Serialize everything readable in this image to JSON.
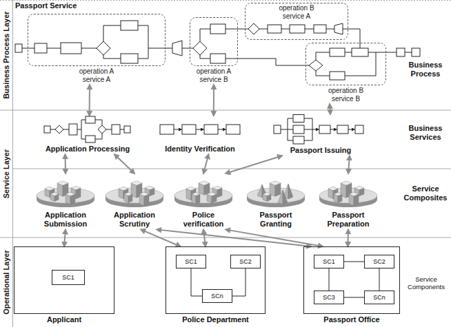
{
  "diagram": {
    "title": "Passport Service",
    "nodes": [
      {
        "text": [
          "Business Process Layer",
          "Business Process"
        ]
      },
      {
        "text": [
          "operation A service A"
        ],
        "in": 0
      },
      {
        "text": [
          "operation A service B"
        ],
        "in": 0
      },
      {
        "text": [
          "operation B service A"
        ],
        "in": 0
      },
      {
        "text": [
          "operation B service B"
        ],
        "in": 0
      },
      {
        "text": [
          "Service Layer",
          "Business Services",
          "Service Composites"
        ]
      },
      {
        "text": [
          "Application Processing"
        ],
        "in": 5
      },
      {
        "text": [
          "Identity Verification"
        ],
        "in": 5
      },
      {
        "text": [
          "Passport Issuing"
        ],
        "in": 5
      },
      {
        "text": [
          "Application Submission"
        ],
        "in": 5
      },
      {
        "text": [
          "Application Scrutiny"
        ],
        "in": 5
      },
      {
        "text": [
          "Police verification"
        ],
        "in": 5
      },
      {
        "text": [
          "Passport Granting"
        ],
        "in": 5
      },
      {
        "text": [
          "Passport Preparation"
        ],
        "in": 5
      },
      {
        "text": [
          "Operational Layer",
          "Service Components"
        ]
      },
      {
        "text": [
          "Applicant"
        ],
        "in": 14
      },
      {
        "text": [
          "SC1"
        ],
        "in": 15
      },
      {
        "text": [
          "Police Department"
        ],
        "in": 14
      },
      {
        "text": [
          "SC1"
        ],
        "in": 17
      },
      {
        "text": [
          "SC2"
        ],
        "in": 17
      },
      {
        "text": [
          "SCn"
        ],
        "in": 17
      },
      {
        "text": [
          "Passport Office"
        ],
        "in": 14
      },
      {
        "text": [
          "SC1"
        ],
        "in": 21
      },
      {
        "text": [
          "SC2"
        ],
        "in": 21
      },
      {
        "text": [
          "SC3"
        ],
        "in": 21
      },
      {
        "text": [
          "SCn"
        ],
        "in": 21
      }
    ],
    "edges": [
      {
        "from": 1,
        "to": 6,
        "arrow": "both"
      },
      {
        "from": 2,
        "to": 7,
        "arrow": "both"
      },
      {
        "from": 4,
        "to": 8,
        "arrow": "both"
      },
      {
        "from": 6,
        "to": 9,
        "arrow": "both"
      },
      {
        "from": 6,
        "to": 10,
        "arrow": "both"
      },
      {
        "from": 7,
        "to": 11,
        "arrow": "both"
      },
      {
        "from": 8,
        "to": 11,
        "arrow": "both"
      },
      {
        "from": 8,
        "to": 13,
        "arrow": "both"
      },
      {
        "from": 9,
        "to": 15,
        "arrow": "both"
      },
      {
        "from": 10,
        "to": 17,
        "arrow": "both"
      },
      {
        "from": 10,
        "to": 21,
        "arrow": "both"
      },
      {
        "from": 11,
        "to": 17,
        "arrow": "both"
      },
      {
        "from": 11,
        "to": 21,
        "arrow": "both"
      },
      {
        "from": 13,
        "to": 21,
        "arrow": "both"
      },
      {
        "from": 18,
        "to": 20,
        "arrow": "none"
      },
      {
        "from": 19,
        "to": 20,
        "arrow": "none"
      },
      {
        "from": 22,
        "to": 23,
        "arrow": "none"
      },
      {
        "from": 22,
        "to": 24,
        "arrow": "none"
      },
      {
        "from": 23,
        "to": 25,
        "arrow": "none"
      },
      {
        "from": 24,
        "to": 25,
        "arrow": "none"
      }
    ]
  }
}
